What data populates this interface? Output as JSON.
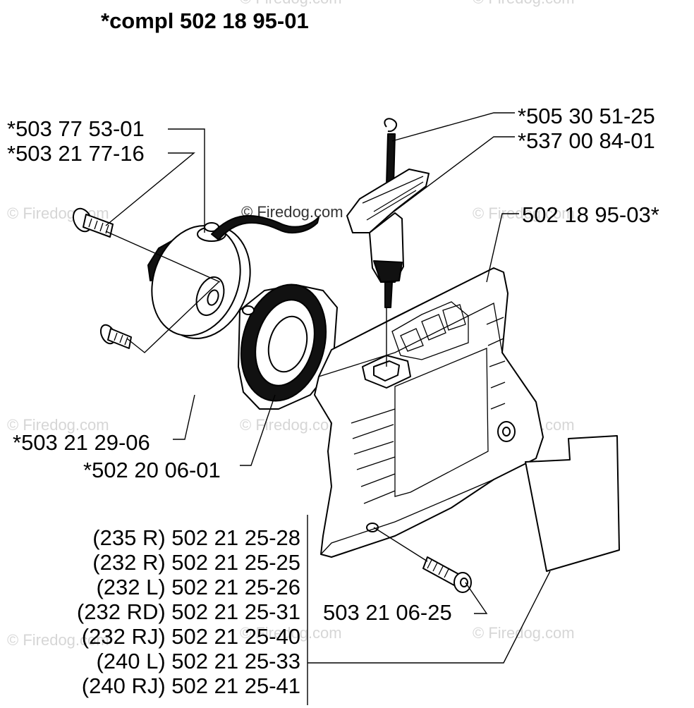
{
  "title": "*compl 502 18 95-01",
  "watermark": "© Firedog.com",
  "labels": {
    "p1": "*503 77 53-01",
    "p2": "*503 21 77-16",
    "p3": "*505 30 51-25",
    "p4": "*537 00 84-01",
    "p5": "502 18 95-03*",
    "p6": "*503 21 29-06",
    "p7": "*502 20 06-01",
    "p8": "503 21 06-25"
  },
  "variants": [
    "(235 R) 502 21 25-28",
    "(232 R) 502 21 25-25",
    "(232 L) 502 21 25-26",
    "(232 RD) 502 21 25-31",
    "(232 RJ) 502 21 25-40",
    "(240 L) 502 21 25-33",
    "(240 RJ) 502 21 25-41"
  ]
}
